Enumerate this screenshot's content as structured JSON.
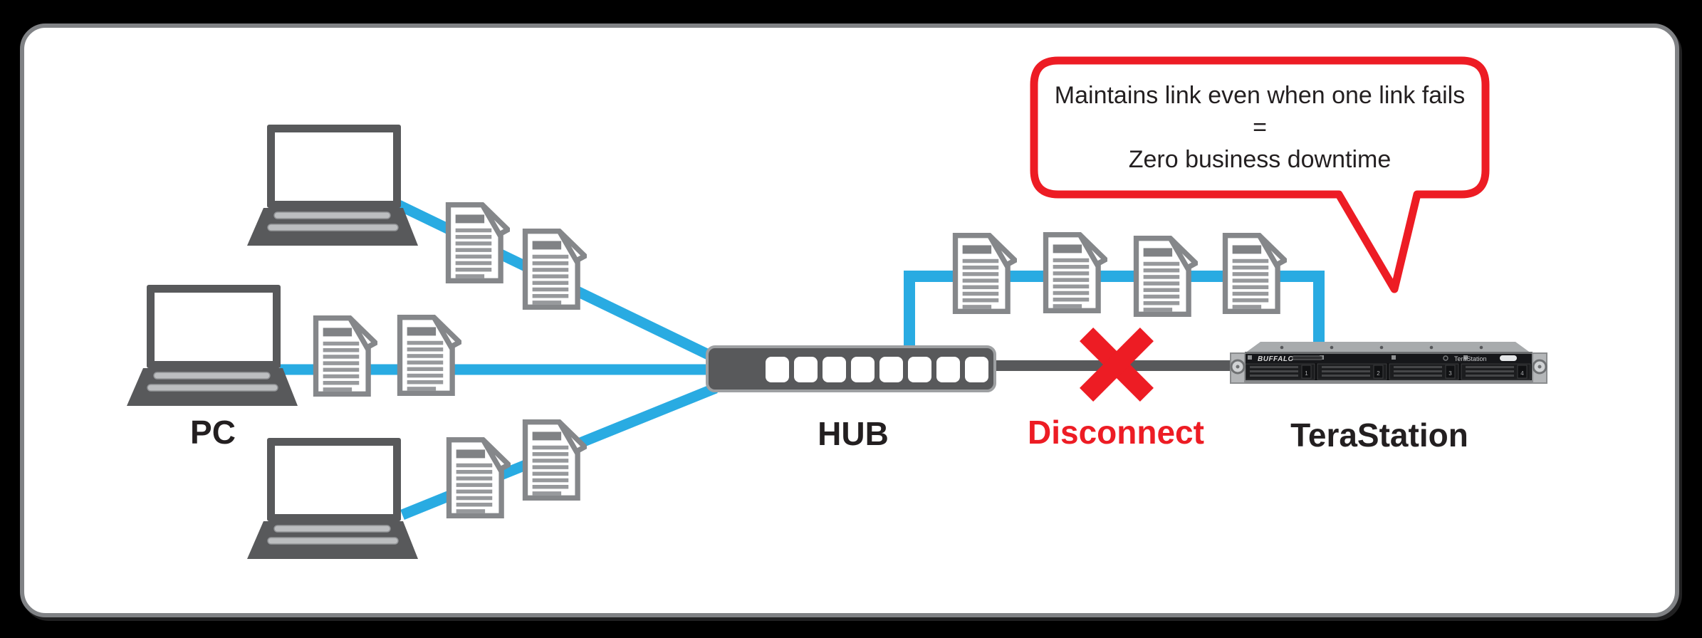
{
  "labels": {
    "pc": "PC",
    "hub": "HUB",
    "disconnect": "Disconnect",
    "terastation": "TeraStation"
  },
  "callout": {
    "line1": "Maintains link even when one link fails",
    "line2": "=",
    "line3": "Zero business downtime"
  },
  "device": {
    "brand": "BUFFALO",
    "model_label": "TeraStation",
    "bay_numbers": [
      "1",
      "2",
      "3",
      "4"
    ]
  },
  "counts": {
    "pc_laptops": 3,
    "hub_ports": 8,
    "documents_on_pc_links": 6,
    "documents_on_backup_link": 4
  },
  "colors": {
    "active_link_blue": "#29abe2",
    "failed_link_gray": "#58595b",
    "alert_red": "#ed1c24",
    "device_dark_gray": "#58595b",
    "document_gray": "#85878a",
    "panel_border_gray": "#808285"
  },
  "icons": {
    "laptop": "laptop-icon",
    "document": "document-icon",
    "hub": "hub-switch-icon",
    "nas": "terastation-nas-icon",
    "failure": "red-x-icon",
    "callout": "speech-bubble"
  }
}
